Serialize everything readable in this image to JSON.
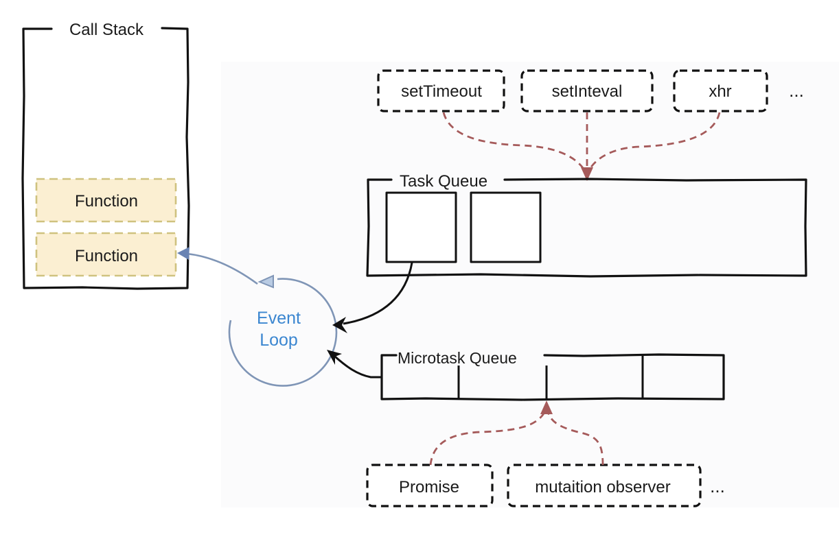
{
  "call_stack": {
    "title": "Call Stack",
    "frames": [
      {
        "label": "Function"
      },
      {
        "label": "Function"
      }
    ]
  },
  "event_loop": {
    "line1": "Event",
    "line2": "Loop"
  },
  "task_sources": {
    "items": [
      {
        "label": "setTimeout"
      },
      {
        "label": "setInteval"
      },
      {
        "label": "xhr"
      }
    ],
    "more": "..."
  },
  "task_queue": {
    "title": "Task Queue",
    "slot_count": 2
  },
  "microtask_queue": {
    "title": "Microtask Queue",
    "slot_count": 4
  },
  "microtask_sources": {
    "items": [
      {
        "label": "Promise"
      },
      {
        "label": "mutaition observer"
      }
    ],
    "more": "..."
  },
  "colors": {
    "event_loop_text": "#3b86d0",
    "event_loop_stroke": "#7f95b6",
    "function_fill": "#fbefd2",
    "function_border": "#cfc27f",
    "enqueue_arrow": "#a55a5a",
    "frame_stroke": "#111111"
  }
}
